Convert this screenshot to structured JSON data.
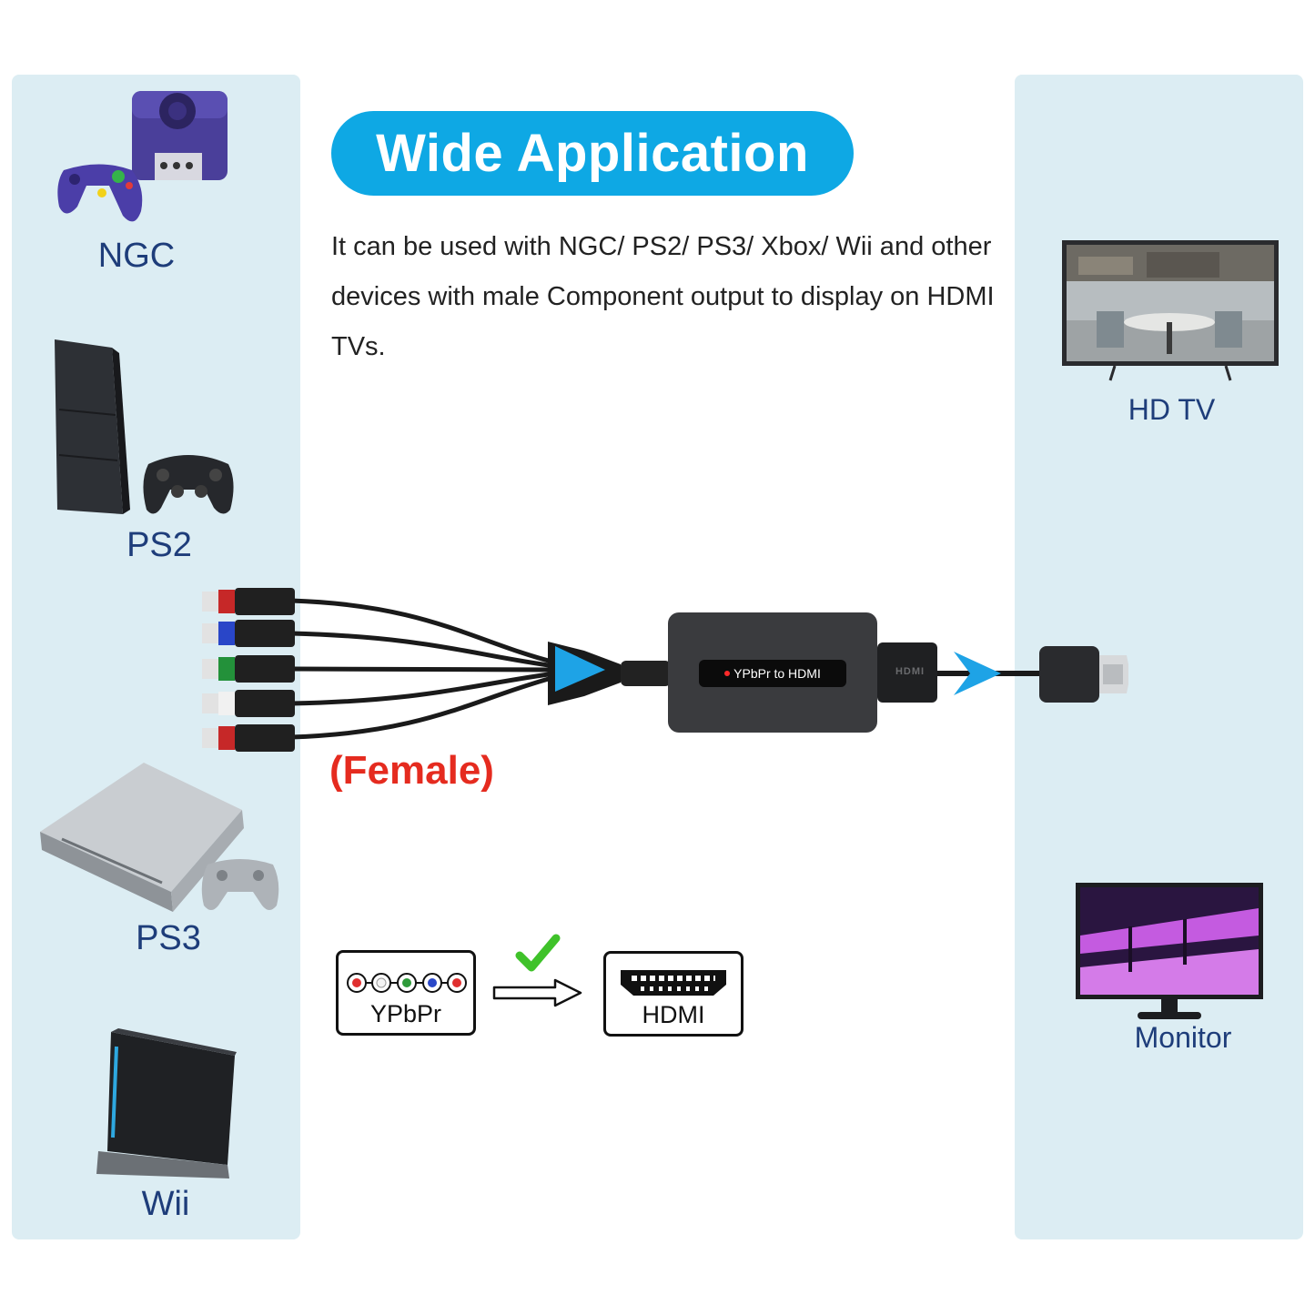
{
  "title": "Wide Application",
  "description": "It can be used with NGC/ PS2/ PS3/ Xbox/ Wii and other devices with male Component output to display on HDMI TVs.",
  "left_devices": [
    {
      "label": "NGC",
      "icon": "gamecube-console-icon"
    },
    {
      "label": "PS2",
      "icon": "ps2-console-icon"
    },
    {
      "label": "PS3",
      "icon": "ps3-console-icon"
    },
    {
      "label": "Wii",
      "icon": "wii-console-icon"
    }
  ],
  "right_devices": [
    {
      "label": "HD TV",
      "icon": "hd-tv-icon"
    },
    {
      "label": "Monitor",
      "icon": "monitor-icon"
    }
  ],
  "cable": {
    "connector_note": "(Female)",
    "adapter_label": "YPbPr  to HDMI",
    "port_label": "HDMI"
  },
  "conversion": {
    "from_label": "YPbPr",
    "to_label": "HDMI",
    "arrow_icon": "outline-arrow-right-icon",
    "check_icon": "green-checkmark-icon"
  },
  "colors": {
    "panel": "#dcedf3",
    "accent": "#0ea8e4",
    "female": "#e52b1f",
    "label": "#1e3d7a",
    "check": "#3fc22a"
  }
}
